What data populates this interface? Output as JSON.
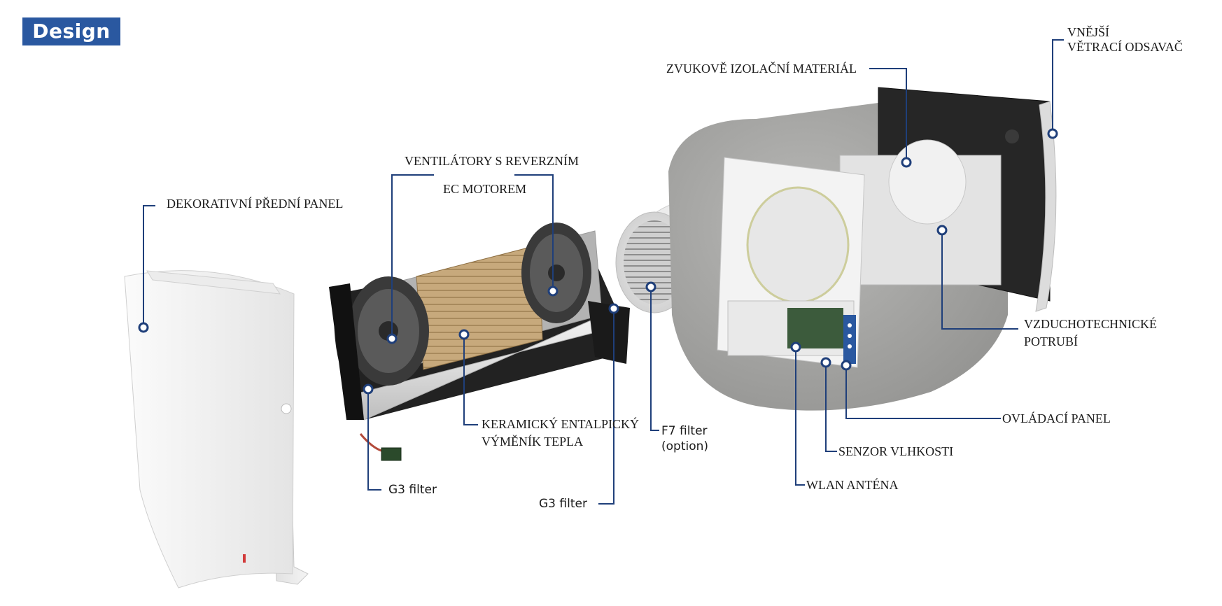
{
  "header": {
    "title": "Design"
  },
  "labels": {
    "front_panel": "DEKORATIVNÍ PŘEDNÍ PANEL",
    "fans_line1": "VENTILÁTORY S REVERZNÍM",
    "fans_line2": "EC MOTOREM",
    "insulation": "ZVUKOVĚ IZOLAČNÍ MATERIÁL",
    "outer_hood_line1": "VNĚJŠÍ",
    "outer_hood_line2": "VĚTRACÍ ODSAVAČ",
    "duct_line1": "VZDUCHOTECHNICKÉ",
    "duct_line2": "POTRUBÍ",
    "exchanger_line1": "KERAMICKÝ ENTALPICKÝ",
    "exchanger_line2": "VÝMĚNÍK TEPLA",
    "f7_line1": "F7 filter",
    "f7_line2": "(option)",
    "g3_left": "G3 filter",
    "g3_center": "G3 filter",
    "control_panel": "OVLÁDACÍ PANEL",
    "humidity_sensor": "SENZOR VLHKOSTI",
    "wlan": "WLAN ANTÉNA"
  },
  "colors": {
    "accent": "#2a58a0",
    "leader": "#1f3f7a",
    "insulation": "#a7a7a5",
    "panel": "#f1f1f1"
  }
}
